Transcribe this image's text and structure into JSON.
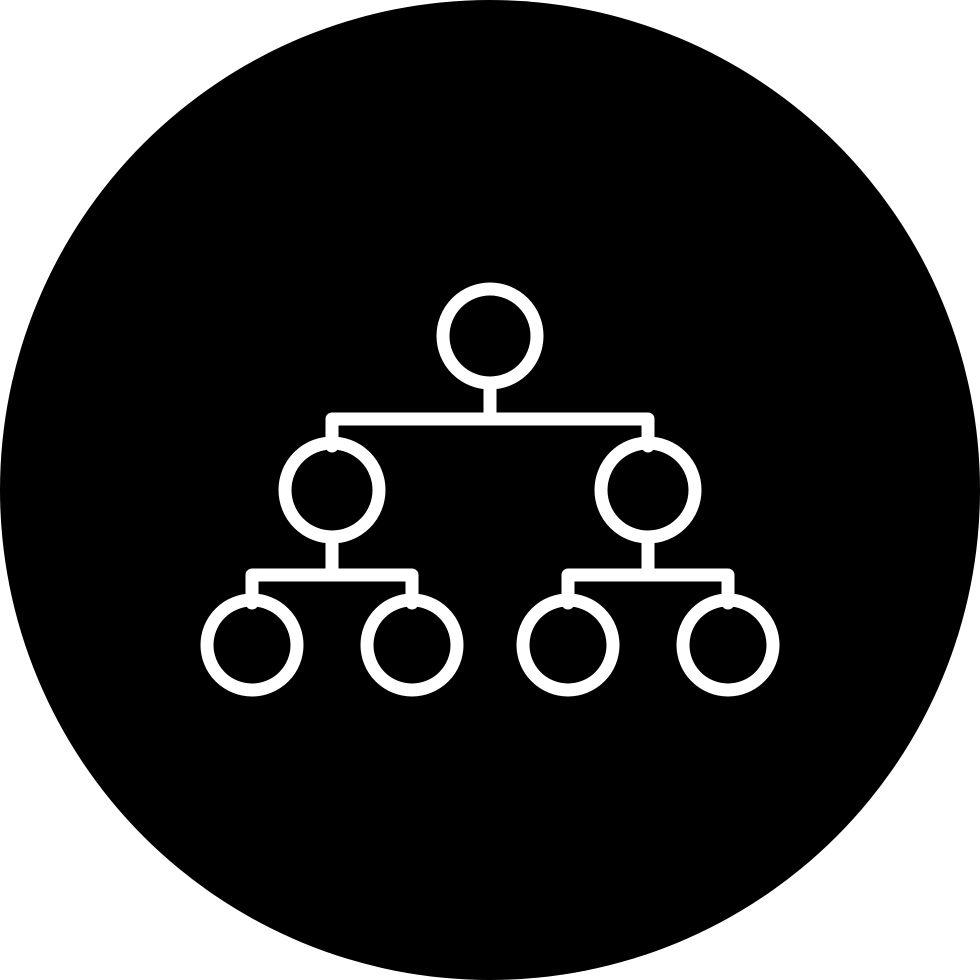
{
  "icon": {
    "name": "hierarchy-icon",
    "colors": {
      "page_background": "#ffffff",
      "circle_fill": "#000000",
      "stroke": "#ffffff"
    },
    "tree": {
      "root": "node",
      "children": [
        {
          "children": [
            "node",
            "node"
          ]
        },
        {
          "children": [
            "node",
            "node"
          ]
        }
      ]
    }
  }
}
